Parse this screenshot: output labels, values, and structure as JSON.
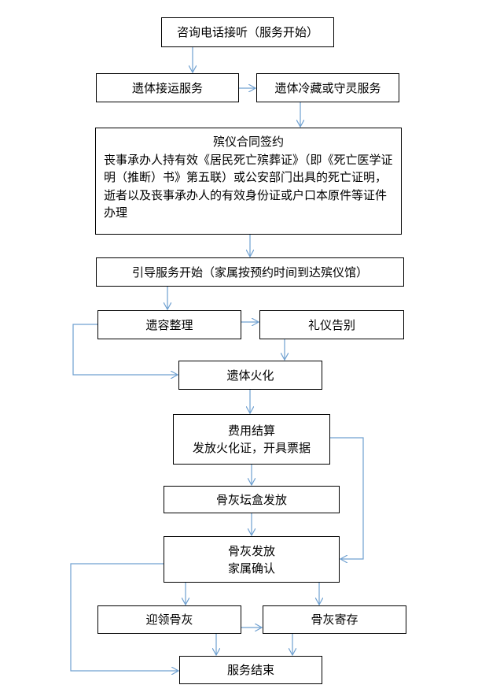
{
  "nodes": {
    "start": "咨询电话接听（服务开始）",
    "transport": "遗体接运服务",
    "cold": "遗体冷藏或守灵服务",
    "contract_title": "殡仪合同签约",
    "contract_body": "丧事承办人持有效《居民死亡殡葬证》（即《死亡医学证明（推断）书》第五联）或公安部门出具的死亡证明，逝者以及丧事承办人的有效身份证或户口本原件等证件办理",
    "guide": "引导服务开始（家属按预约时间到达殡仪馆）",
    "makeup": "遗容整理",
    "farewell": "礼仪告别",
    "cremation": "遗体火化",
    "fee_line1": "费用结算",
    "fee_line2": "发放火化证，开具票据",
    "urn": "骨灰坛盒发放",
    "ash_line1": "骨灰发放",
    "ash_line2": "家属确认",
    "pickup": "迎领骨灰",
    "storage": "骨灰寄存",
    "end": "服务结束"
  },
  "colors": {
    "arrow": "#6fa0d0",
    "border": "#000000"
  }
}
